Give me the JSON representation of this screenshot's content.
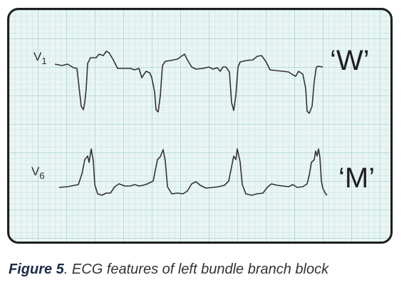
{
  "figure": {
    "caption_label": "Figure 5",
    "caption_text": ". ECG features of left bundle branch block"
  },
  "leads": [
    {
      "name": "V",
      "sub": "1",
      "morphology": "‘W’"
    },
    {
      "name": "V",
      "sub": "6",
      "morphology": "‘M’"
    }
  ],
  "colors": {
    "trace": "#333333",
    "border": "#1e1e1e",
    "grid_background": "#e9f5f4"
  }
}
